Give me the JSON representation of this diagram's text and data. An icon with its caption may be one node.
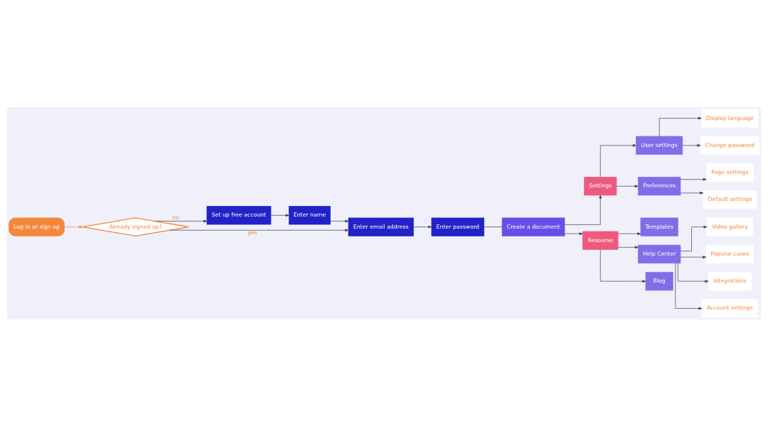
{
  "diagram": {
    "nodes": [
      {
        "text": [
          "Log in or sign up"
        ]
      },
      {
        "text": [
          "Already signed up?"
        ]
      },
      {
        "text": [
          "Set up free account"
        ]
      },
      {
        "text": [
          "Enter name"
        ]
      },
      {
        "text": [
          "Enter email address"
        ]
      },
      {
        "text": [
          "Enter password"
        ]
      },
      {
        "text": [
          "Create a document"
        ]
      },
      {
        "text": [
          "Settings"
        ]
      },
      {
        "text": [
          "User settings"
        ]
      },
      {
        "text": [
          "Display language"
        ]
      },
      {
        "text": [
          "Change password"
        ]
      },
      {
        "text": [
          "Preferences"
        ]
      },
      {
        "text": [
          "Page settings"
        ]
      },
      {
        "text": [
          "Default settings"
        ]
      },
      {
        "text": [
          "Resourse"
        ]
      },
      {
        "text": [
          "Templates"
        ]
      },
      {
        "text": [
          "Help Center"
        ]
      },
      {
        "text": [
          "Blog"
        ]
      },
      {
        "text": [
          "Video gallery"
        ]
      },
      {
        "text": [
          "Popular cases"
        ]
      },
      {
        "text": [
          "Integrations"
        ]
      },
      {
        "text": [
          "Account settings"
        ]
      }
    ],
    "edges": [
      {
        "from": 0,
        "to": 1,
        "arrow": "to",
        "color": "#f5873a"
      },
      {
        "from": 1,
        "to": 4,
        "arrow": "to",
        "label": "yes"
      },
      {
        "from": 1,
        "to": 2,
        "arrow": "to",
        "label": "no"
      },
      {
        "from": 2,
        "to": 3,
        "arrow": "to"
      },
      {
        "from": 3,
        "to": 4,
        "arrow": "to"
      },
      {
        "from": 4,
        "to": 5,
        "arrow": "to"
      },
      {
        "from": 5,
        "to": 6,
        "arrow": "none"
      },
      {
        "from": 6,
        "to": 7,
        "arrow": "to"
      },
      {
        "from": 6,
        "to": 14,
        "arrow": "to"
      },
      {
        "from": 7,
        "to": 8,
        "arrow": "to"
      },
      {
        "from": 7,
        "to": 11,
        "arrow": "to"
      },
      {
        "from": 8,
        "to": 9,
        "arrow": "to"
      },
      {
        "from": 8,
        "to": 10,
        "arrow": "to"
      },
      {
        "from": 11,
        "to": 12,
        "arrow": "to"
      },
      {
        "from": 11,
        "to": 13,
        "arrow": "to"
      },
      {
        "from": 14,
        "to": 15,
        "arrow": "to"
      },
      {
        "from": 14,
        "to": 16,
        "arrow": "to"
      },
      {
        "from": 14,
        "to": 17,
        "arrow": "to"
      },
      {
        "from": 16,
        "to": 18,
        "arrow": "to"
      },
      {
        "from": 16,
        "to": 19,
        "arrow": "to"
      },
      {
        "from": 16,
        "to": 20,
        "arrow": "to"
      },
      {
        "from": 16,
        "to": 21,
        "arrow": "to"
      }
    ]
  }
}
